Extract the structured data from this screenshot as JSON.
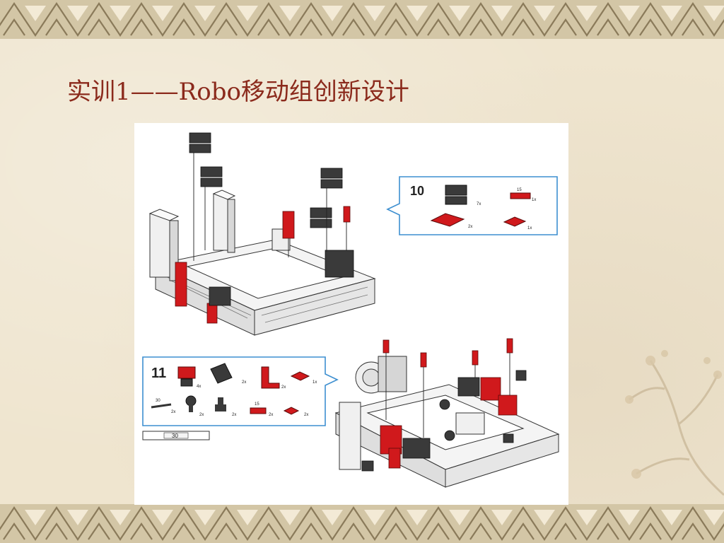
{
  "slide": {
    "title": "实训1——Robo移动组创新设计"
  },
  "instructions": {
    "step_10": {
      "number": "10",
      "parts": [
        {
          "icon": "dark-block-icon",
          "qty": "7x"
        },
        {
          "icon": "red-strut-15-icon",
          "label": "15",
          "qty": "1x"
        },
        {
          "icon": "red-plate-icon",
          "qty": "2x"
        },
        {
          "icon": "red-plate-small-icon",
          "qty": "1x"
        }
      ]
    },
    "step_11": {
      "number": "11",
      "parts": [
        {
          "icon": "red-block-icon",
          "qty": "4x"
        },
        {
          "icon": "dark-block-icon",
          "qty": "2x"
        },
        {
          "icon": "red-angle-bracket-icon",
          "qty": "2x"
        },
        {
          "icon": "red-plate-icon",
          "qty": "1x"
        },
        {
          "icon": "axle-30-icon",
          "label": "30",
          "qty": "2x"
        },
        {
          "icon": "gear-hub-icon",
          "qty": "2x"
        },
        {
          "icon": "dark-connector-icon",
          "qty": "2x"
        },
        {
          "icon": "red-strut-15-icon",
          "label": "15",
          "qty": "2x"
        },
        {
          "icon": "red-plate-small-icon",
          "qty": "2x"
        }
      ],
      "ruler_label": "30"
    }
  },
  "colors": {
    "title": "#8b2a1c",
    "callout_border": "#3d8fd0",
    "part_red": "#d0191c",
    "part_dark": "#333333"
  }
}
